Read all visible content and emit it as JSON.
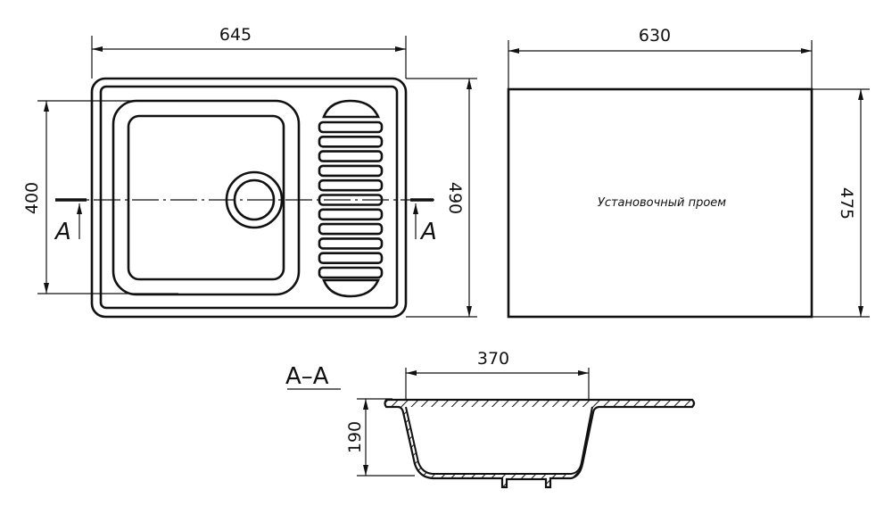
{
  "top_view": {
    "width_dim": "645",
    "depth_dim": "490",
    "bowl_depth_dim": "400",
    "section_mark_left": "A",
    "section_mark_right": "A"
  },
  "cutout_view": {
    "width_dim": "630",
    "height_dim": "475",
    "label": "Установочный проем"
  },
  "section_view": {
    "title": "A–A",
    "bowl_width_dim": "370",
    "bowl_height_dim": "190"
  }
}
